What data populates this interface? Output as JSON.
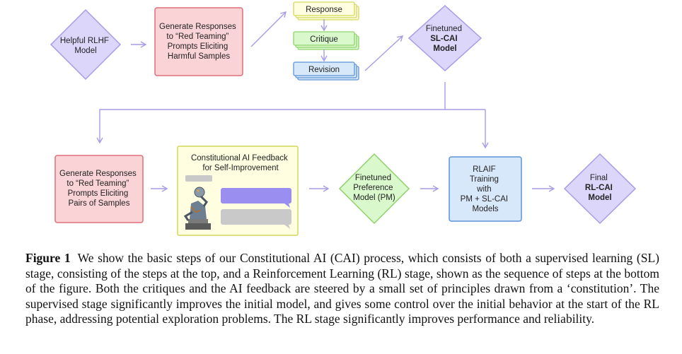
{
  "top_row": {
    "helpful_rlhf": [
      "Helpful RLHF",
      "Model"
    ],
    "generate_harmful": [
      "Generate Responses",
      "to “Red Teaming”",
      "Prompts Eliciting",
      "Harmful Samples"
    ],
    "response": "Response",
    "critique": "Critique",
    "revision": "Revision",
    "finetuned_slcai": {
      "line1": "Finetuned",
      "line2": "SL-CAI",
      "line3": "Model"
    }
  },
  "bottom_row": {
    "generate_pairs": [
      "Generate Responses",
      "to “Red Teaming”",
      "Prompts Eliciting",
      "Pairs of Samples"
    ],
    "cai_feedback": [
      "Constitutional AI Feedback",
      "for Self-Improvement"
    ],
    "preference_model": [
      "Finetuned",
      "Preference",
      "Model (PM)"
    ],
    "rlaif": [
      "RLAIF",
      "Training",
      "with",
      "PM + SL-CAI",
      "Models"
    ],
    "final_model": {
      "line1": "Final",
      "line2": "RL-CAI",
      "line3": "Model"
    }
  },
  "colors": {
    "purple_fill": "#dcd6fb",
    "purple_stroke": "#a99be6",
    "red_fill": "#f9d3d6",
    "red_stroke": "#df6f78",
    "yellow_fill": "#fffee0",
    "yellow_stroke": "#d4d75a",
    "green_fill": "#d9f8cc",
    "green_stroke": "#8fd26b",
    "blue_fill": "#d8e8fb",
    "blue_stroke": "#5c93d6",
    "arrow": "#a99be6"
  },
  "caption": {
    "label": "Figure 1",
    "text": "We show the basic steps of our Constitutional AI (CAI) process, which consists of both a supervised learning (SL) stage, consisting of the steps at the top, and a Reinforcement Learning (RL) stage, shown as the sequence of steps at the bottom of the figure. Both the critiques and the AI feedback are steered by a small set of principles drawn from a ‘constitution’. The supervised stage significantly improves the initial model, and gives some control over the initial behavior at the start of the RL phase, addressing potential exploration problems. The RL stage significantly improves performance and reliability."
  }
}
